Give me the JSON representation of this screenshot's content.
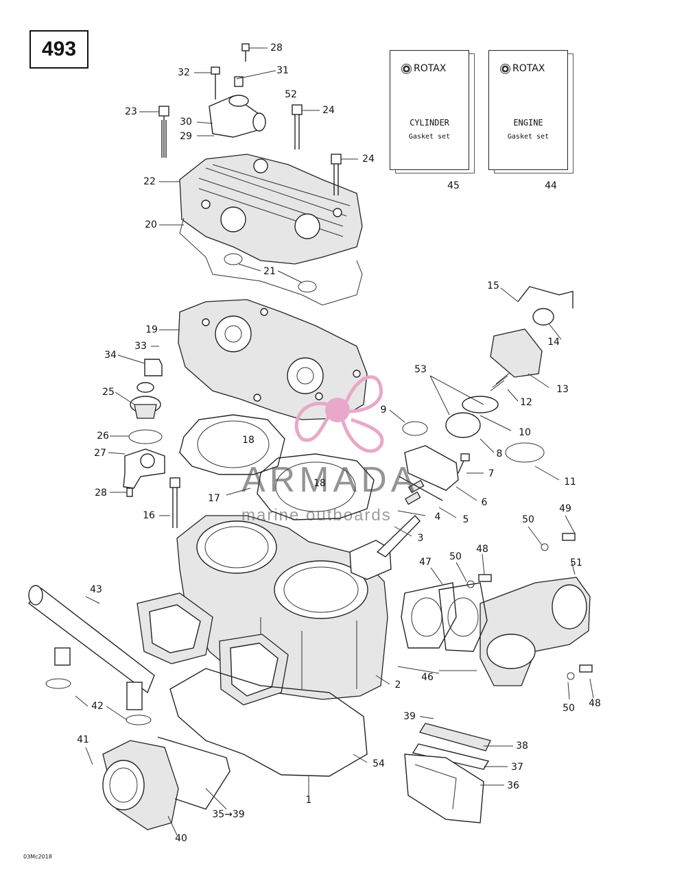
{
  "diagram_number": "493",
  "footer_code": "03Mc2018",
  "watermark": {
    "title": "ARMADA",
    "subtitle": "marine outboards",
    "color": "#e9a8c9"
  },
  "kits": [
    {
      "brand": "ROTAX",
      "line1": "CYLINDER",
      "line2": "Gasket set",
      "callout": "45"
    },
    {
      "brand": "ROTAX",
      "line1": "ENGINE",
      "line2": "Gasket set",
      "callout": "44"
    }
  ],
  "callouts": [
    {
      "label": "28"
    },
    {
      "label": "32"
    },
    {
      "label": "31"
    },
    {
      "label": "52"
    },
    {
      "label": "23"
    },
    {
      "label": "30"
    },
    {
      "label": "24"
    },
    {
      "label": "29"
    },
    {
      "label": "24"
    },
    {
      "label": "22"
    },
    {
      "label": "20"
    },
    {
      "label": "21"
    },
    {
      "label": "15"
    },
    {
      "label": "14"
    },
    {
      "label": "19"
    },
    {
      "label": "33"
    },
    {
      "label": "34"
    },
    {
      "label": "13"
    },
    {
      "label": "53"
    },
    {
      "label": "12"
    },
    {
      "label": "25"
    },
    {
      "label": "9"
    },
    {
      "label": "10"
    },
    {
      "label": "26"
    },
    {
      "label": "18"
    },
    {
      "label": "27"
    },
    {
      "label": "8"
    },
    {
      "label": "11"
    },
    {
      "label": "7"
    },
    {
      "label": "18"
    },
    {
      "label": "28"
    },
    {
      "label": "17"
    },
    {
      "label": "6"
    },
    {
      "label": "16"
    },
    {
      "label": "4"
    },
    {
      "label": "5"
    },
    {
      "label": "3"
    },
    {
      "label": "49"
    },
    {
      "label": "50"
    },
    {
      "label": "48"
    },
    {
      "label": "50"
    },
    {
      "label": "47"
    },
    {
      "label": "51"
    },
    {
      "label": "43"
    },
    {
      "label": "2"
    },
    {
      "label": "46"
    },
    {
      "label": "42"
    },
    {
      "label": "50"
    },
    {
      "label": "48"
    },
    {
      "label": "39"
    },
    {
      "label": "41"
    },
    {
      "label": "38"
    },
    {
      "label": "54"
    },
    {
      "label": "37"
    },
    {
      "label": "36"
    },
    {
      "label": "1"
    },
    {
      "label": "35→39"
    },
    {
      "label": "40"
    }
  ]
}
